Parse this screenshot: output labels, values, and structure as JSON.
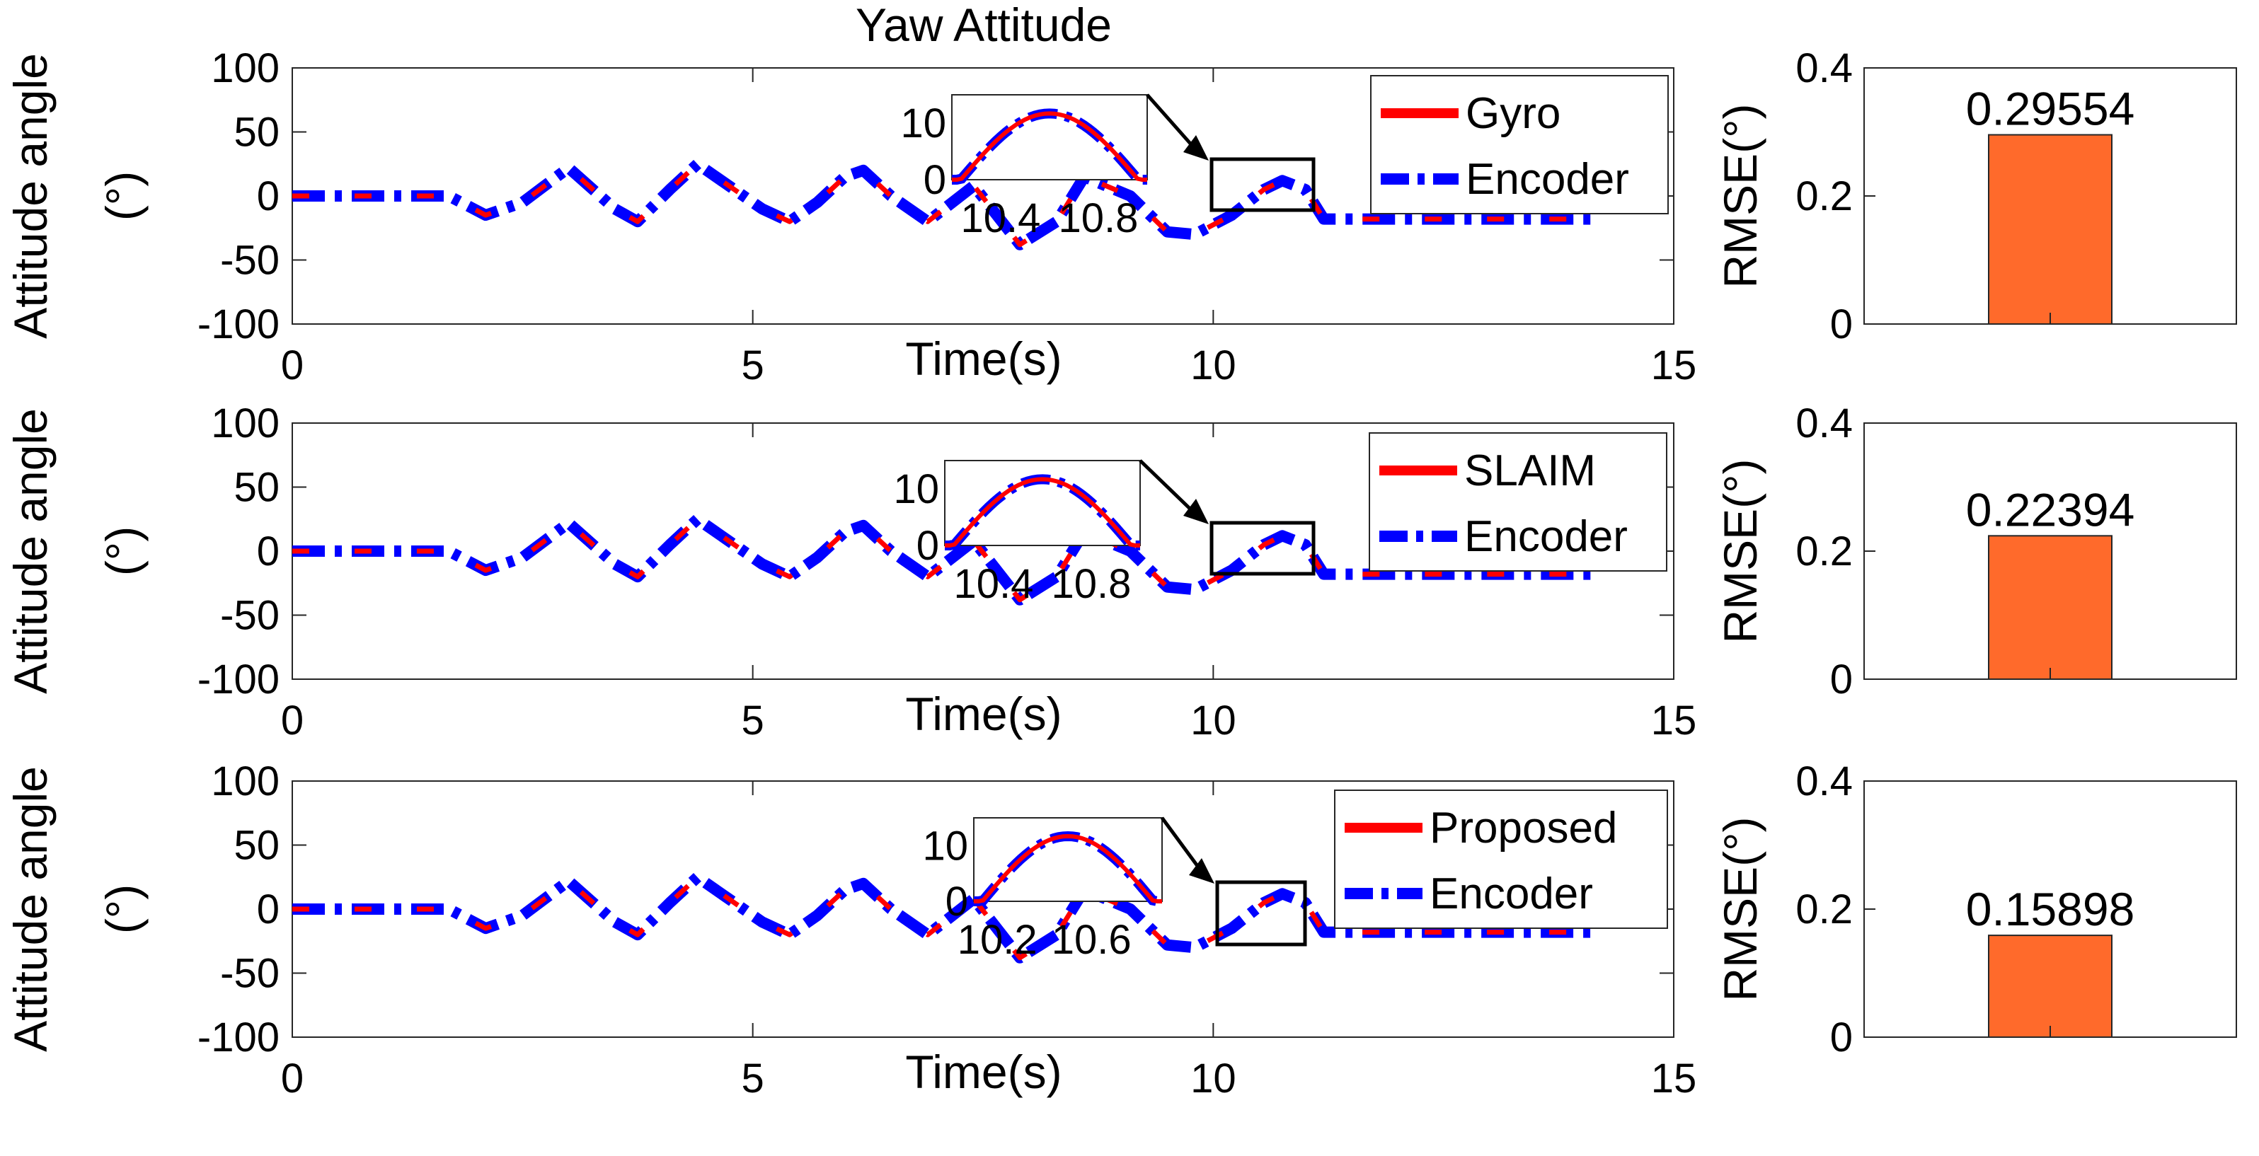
{
  "figure_title": "Yaw Attitude",
  "units_symbol": "(°)",
  "chart_data": [
    {
      "type": "line",
      "title": "Yaw Attitude",
      "xlabel": "Time(s)",
      "ylabel": "Attitude angle",
      "ylabel_unit": "(°)",
      "xlim": [
        0,
        15
      ],
      "ylim": [
        -100,
        100
      ],
      "xticks": [
        "0",
        "5",
        "10",
        "15"
      ],
      "yticks": [
        "100",
        "50",
        "0",
        "-50",
        "-100"
      ],
      "legend_position": "top-right",
      "series": [
        {
          "name": "Gyro",
          "color": "#ff0000",
          "style": "solid"
        },
        {
          "name": "Encoder",
          "color": "#0000ff",
          "style": "dash-dot"
        }
      ],
      "x": [
        0,
        1.7,
        2.1,
        2.5,
        3.0,
        3.5,
        3.75,
        4.1,
        4.4,
        4.8,
        5.1,
        5.4,
        5.7,
        6.0,
        6.2,
        6.5,
        6.9,
        7.4,
        7.9,
        8.3,
        8.6,
        9.1,
        9.5,
        9.8,
        10.2,
        10.55,
        10.75,
        11.0,
        11.2,
        14.1
      ],
      "y": [
        0,
        0,
        -15,
        -5,
        22,
        -10,
        -20,
        5,
        25,
        5,
        -10,
        -20,
        -5,
        15,
        20,
        0,
        -20,
        8,
        -38,
        -20,
        15,
        0,
        -28,
        -30,
        -15,
        5,
        12,
        5,
        -18,
        -18
      ],
      "inset": {
        "xticks": [
          "10.4",
          "10.8"
        ],
        "yticks": [
          "10",
          "0"
        ],
        "xlim": [
          10.2,
          11.0
        ],
        "ylim": [
          0,
          15
        ]
      }
    },
    {
      "type": "line",
      "xlabel": "Time(s)",
      "ylabel": "Attitude angle",
      "ylabel_unit": "(°)",
      "xlim": [
        0,
        15
      ],
      "ylim": [
        -100,
        100
      ],
      "xticks": [
        "0",
        "5",
        "10",
        "15"
      ],
      "yticks": [
        "100",
        "50",
        "0",
        "-50",
        "-100"
      ],
      "legend_position": "top-right",
      "series": [
        {
          "name": "SLAIM",
          "color": "#ff0000",
          "style": "solid"
        },
        {
          "name": "Encoder",
          "color": "#0000ff",
          "style": "dash-dot"
        }
      ],
      "x": [
        0,
        1.7,
        2.1,
        2.5,
        3.0,
        3.5,
        3.75,
        4.1,
        4.4,
        4.8,
        5.1,
        5.4,
        5.7,
        6.0,
        6.2,
        6.5,
        6.9,
        7.4,
        7.9,
        8.3,
        8.6,
        9.1,
        9.5,
        9.8,
        10.2,
        10.55,
        10.75,
        11.0,
        11.2,
        14.1
      ],
      "y": [
        0,
        0,
        -15,
        -5,
        22,
        -10,
        -20,
        5,
        25,
        5,
        -10,
        -20,
        -5,
        15,
        20,
        0,
        -20,
        8,
        -38,
        -20,
        15,
        0,
        -28,
        -30,
        -15,
        5,
        12,
        5,
        -18,
        -18
      ],
      "inset": {
        "xticks": [
          "10.4",
          "10.8"
        ],
        "yticks": [
          "10",
          "0"
        ],
        "xlim": [
          10.2,
          11.0
        ],
        "ylim": [
          0,
          15
        ]
      }
    },
    {
      "type": "line",
      "xlabel": "Time(s)",
      "ylabel": "Attitude angle",
      "ylabel_unit": "(°)",
      "xlim": [
        0,
        15
      ],
      "ylim": [
        -100,
        100
      ],
      "xticks": [
        "0",
        "5",
        "10",
        "15"
      ],
      "yticks": [
        "100",
        "50",
        "0",
        "-50",
        "-100"
      ],
      "legend_position": "top-right",
      "series": [
        {
          "name": "Proposed",
          "color": "#ff0000",
          "style": "solid"
        },
        {
          "name": "Encoder",
          "color": "#0000ff",
          "style": "dash-dot"
        }
      ],
      "x": [
        0,
        1.7,
        2.1,
        2.5,
        3.0,
        3.5,
        3.75,
        4.1,
        4.4,
        4.8,
        5.1,
        5.4,
        5.7,
        6.0,
        6.2,
        6.5,
        6.9,
        7.4,
        7.9,
        8.3,
        8.6,
        9.1,
        9.5,
        9.8,
        10.2,
        10.55,
        10.75,
        11.0,
        11.2,
        14.1
      ],
      "y": [
        0,
        0,
        -15,
        -5,
        22,
        -10,
        -20,
        5,
        25,
        5,
        -10,
        -20,
        -5,
        15,
        20,
        0,
        -20,
        8,
        -38,
        -20,
        15,
        0,
        -28,
        -30,
        -15,
        5,
        12,
        5,
        -18,
        -18
      ],
      "inset": {
        "xticks": [
          "10.2",
          "10.6"
        ],
        "yticks": [
          "10",
          "0"
        ],
        "xlim": [
          10.1,
          10.9
        ],
        "ylim": [
          0,
          15
        ]
      }
    },
    {
      "type": "bar",
      "ylabel": "RMSE(°)",
      "ylim": [
        0,
        0.4
      ],
      "yticks": [
        "0.4",
        "0.2",
        "0"
      ],
      "values": [
        0.29554
      ],
      "value_label": "0.29554",
      "bar_color": "#ff6a2b"
    },
    {
      "type": "bar",
      "ylabel": "RMSE(°)",
      "ylim": [
        0,
        0.4
      ],
      "yticks": [
        "0.4",
        "0.2",
        "0"
      ],
      "values": [
        0.22394
      ],
      "value_label": "0.22394",
      "bar_color": "#ff6a2b"
    },
    {
      "type": "bar",
      "ylabel": "RMSE(°)",
      "ylim": [
        0,
        0.4
      ],
      "yticks": [
        "0.4",
        "0.2",
        "0"
      ],
      "values": [
        0.15898
      ],
      "value_label": "0.15898",
      "bar_color": "#ff6a2b"
    }
  ]
}
